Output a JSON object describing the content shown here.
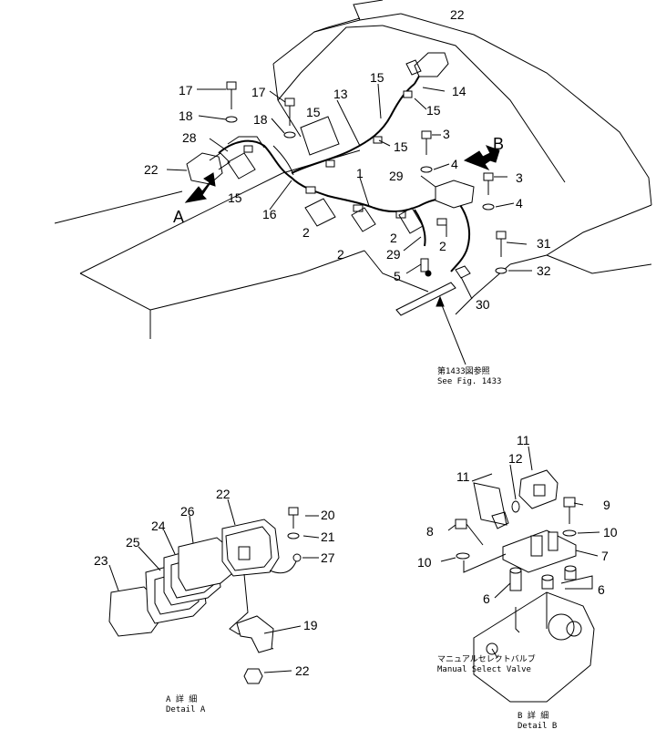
{
  "detail_views": {
    "main_arrow_a": "A",
    "main_arrow_b": "B"
  },
  "notes": {
    "see_fig_jp": "第1433図参照",
    "see_fig_en": "See Fig. 1433",
    "detail_a_jp": "A 詳 細",
    "detail_a_en": "Detail A",
    "detail_b_jp": "B 詳 細",
    "detail_b_en": "Detail B",
    "valve_jp": "マニュアルセレクトバルブ",
    "valve_en": "Manual Select Valve"
  },
  "callouts": {
    "c22_top": "22",
    "c17a": "17",
    "c17b": "17",
    "c18a": "18",
    "c18b": "18",
    "c13": "13",
    "c15a": "15",
    "c15b": "15",
    "c15c": "15",
    "c15d": "15",
    "c15e": "15",
    "c14": "14",
    "c28": "28",
    "c22_left": "22",
    "c16": "16",
    "c1": "1",
    "c2a": "2",
    "c2b": "2",
    "c2c": "2",
    "c2d": "2",
    "c3a": "3",
    "c4a": "4",
    "c29a": "29",
    "c3b": "3",
    "c4b": "4",
    "c29b": "29",
    "c5": "5",
    "c31": "31",
    "c32": "32",
    "c30": "30",
    "a22": "22",
    "a26": "26",
    "a24": "24",
    "a25": "25",
    "a23": "23",
    "a20": "20",
    "a21": "21",
    "a27": "27",
    "a19": "19",
    "a22b": "22",
    "b11a": "11",
    "b12": "12",
    "b11b": "11",
    "b9": "9",
    "b8": "8",
    "b10a": "10",
    "b10b": "10",
    "b7": "7",
    "b6a": "6",
    "b6b": "6"
  }
}
